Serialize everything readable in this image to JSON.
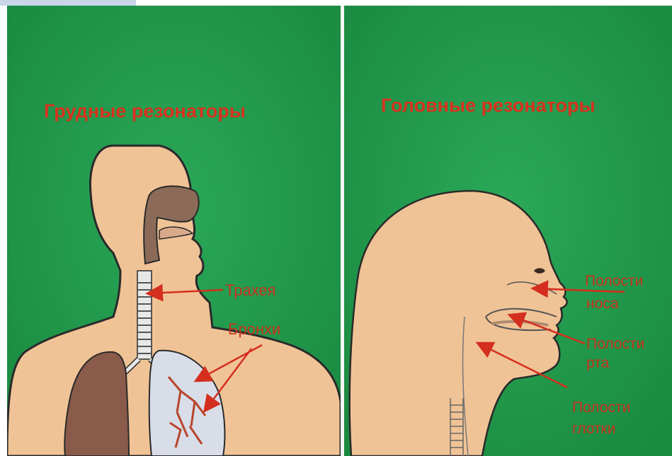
{
  "left_panel": {
    "title": "Грудные  резонаторы",
    "labels": {
      "trachea": "Трахея",
      "bronchi": "Бронхи"
    }
  },
  "right_panel": {
    "title": "Головные резонаторы",
    "labels": {
      "nose_line1": "Полости",
      "nose_line2": "носа",
      "mouth_line1": "Полости",
      "mouth_line2": "рта",
      "pharynx_line1": "Полости",
      "pharynx_line2": "глотки"
    }
  },
  "colors": {
    "background_green": "#1f9446",
    "skin": "#f0c396",
    "label_red": "#c7321e",
    "arrow_red": "#d42e1e",
    "cavity_brown": "#8b6b58",
    "lung_brown": "#8a5a4a"
  }
}
